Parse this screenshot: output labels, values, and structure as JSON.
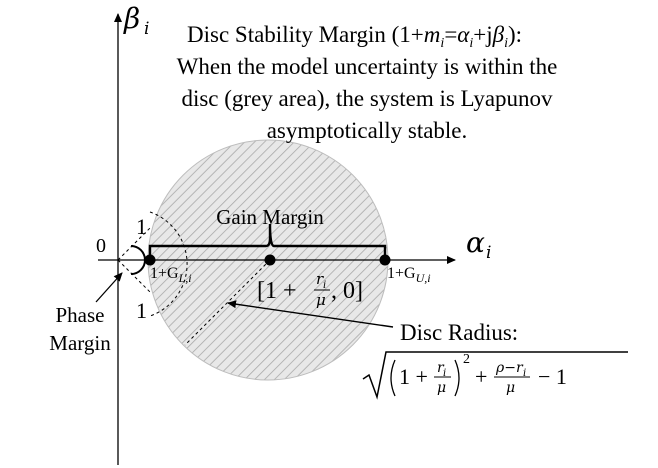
{
  "axes": {
    "x_label": "α",
    "x_sub": "i",
    "y_label": "β",
    "y_sub": "i",
    "origin_label": "0"
  },
  "title": {
    "line1_prefix": "Disc Stability Margin (1+",
    "line1_m": "m",
    "line1_i1": "i",
    "line1_eq": "=",
    "line1_alpha": "α",
    "line1_i2": "i",
    "line1_j": "+j",
    "line1_beta": "β",
    "line1_i3": "i",
    "line1_suffix": "):",
    "line2": "When the model uncertainty is within the",
    "line3": "disc (grey area), the system is Lyapunov",
    "line4": "asymptotically stable."
  },
  "labels": {
    "gain_margin": "Gain Margin",
    "phase_margin_line1": "Phase",
    "phase_margin_line2": "Margin",
    "one_upper": "1",
    "one_lower": "1",
    "left_point": "1+G",
    "left_point_sub": "L,i",
    "right_point": "1+G",
    "right_point_sub": "U,i",
    "center_open": "[1 + ",
    "center_frac_num": "r",
    "center_frac_num_sub": "i",
    "center_frac_den": "μ",
    "center_close": ", 0]",
    "disc_radius": "Disc Radius:",
    "formula_one": "1 +",
    "formula_r": "r",
    "formula_r_sub": "i",
    "formula_mu": "μ",
    "formula_sq": "2",
    "formula_plus": "+",
    "formula_rho_num": "ρ−r",
    "formula_rho_sub": "i",
    "formula_mu2": "μ",
    "formula_minus": "− 1"
  },
  "colors": {
    "disc_fill": "#e6e6e6",
    "hatch": "#b0b0b0",
    "ink": "#000000"
  }
}
